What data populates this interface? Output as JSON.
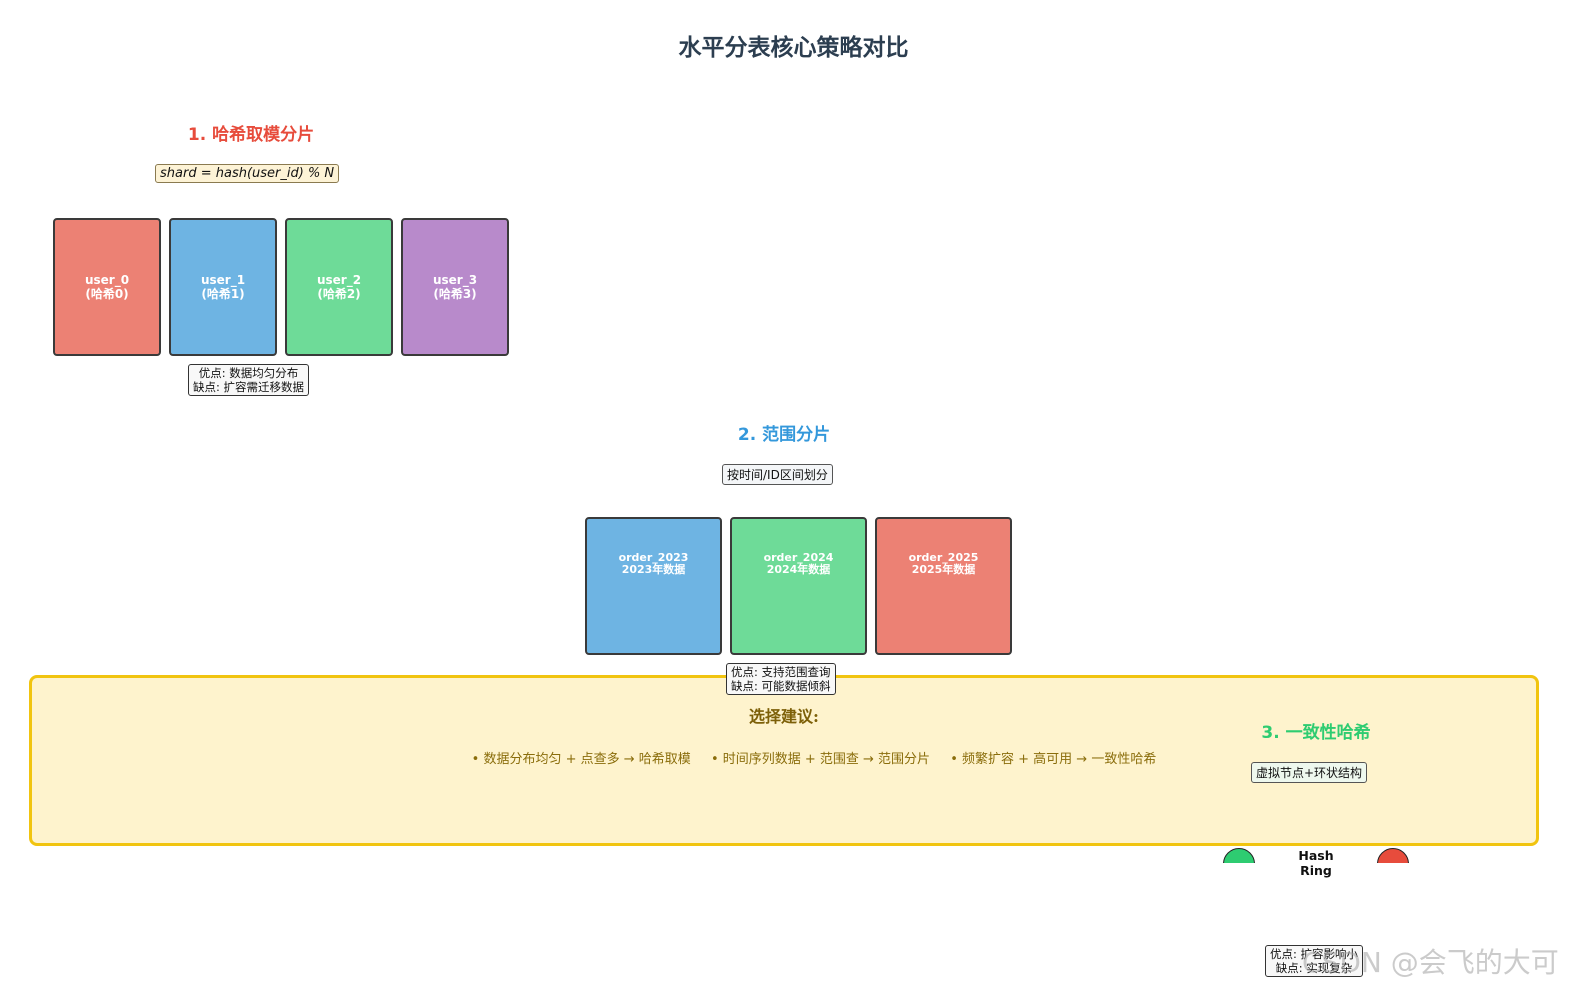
{
  "title": "水平分表核心策略对比",
  "colors": {
    "red": "#ec8174",
    "blue": "#6eb4e3",
    "green": "#6edb98",
    "purple": "#b88acb",
    "title_red": "#e74c3c",
    "title_blue": "#3498db",
    "title_green": "#2ecc71"
  },
  "hash": {
    "title": "1. 哈希取模分片",
    "formula": "shard = hash(user_id) % N",
    "shards": [
      {
        "name": "user_0",
        "sub": "(哈希0)"
      },
      {
        "name": "user_1",
        "sub": "(哈希1)"
      },
      {
        "name": "user_2",
        "sub": "(哈希2)"
      },
      {
        "name": "user_3",
        "sub": "(哈希3)"
      }
    ],
    "pros": "优点: 数据均匀分布",
    "cons": "缺点: 扩容需迁移数据"
  },
  "range": {
    "title": "2. 范围分片",
    "note": "按时间/ID区间划分",
    "shards": [
      {
        "name": "order_2023",
        "sub": "2023年数据"
      },
      {
        "name": "order_2024",
        "sub": "2024年数据"
      },
      {
        "name": "order_2025",
        "sub": "2025年数据"
      }
    ],
    "pros": "优点: 支持范围查询",
    "cons": "缺点: 可能数据倾斜"
  },
  "consistent": {
    "title": "3. 一致性哈希",
    "note": "虚拟节点+环状结构",
    "ring_label_1": "Hash",
    "ring_label_2": "Ring",
    "pros": "优点: 扩容影响小",
    "cons": "缺点: 实现复杂"
  },
  "advice": {
    "title": "选择建议:",
    "items": [
      "• 数据分布均匀 + 点查多 → 哈希取模",
      "• 时间序列数据 + 范围查 → 范围分片",
      "• 频繁扩容 + 高可用 → 一致性哈希"
    ]
  },
  "watermark": "CSDN @会飞的大可"
}
